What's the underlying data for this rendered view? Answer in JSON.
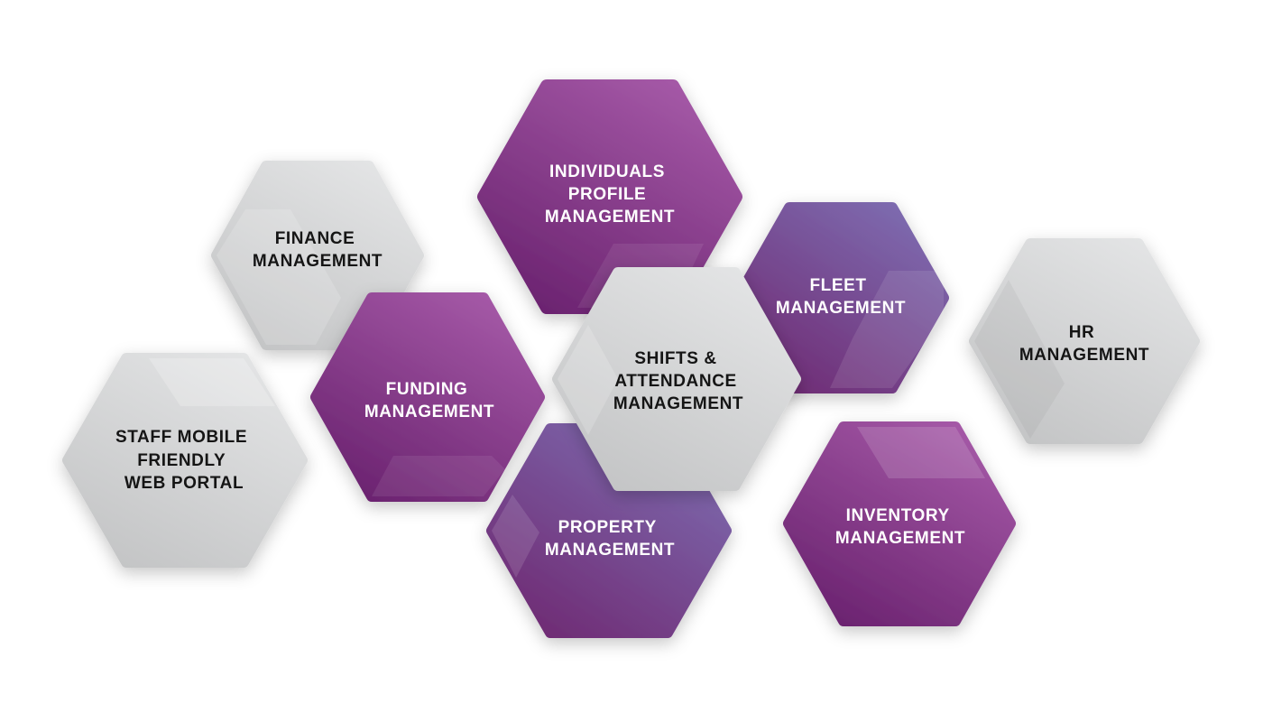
{
  "colors": {
    "purple_light": "#a55aa8",
    "purple_dark": "#6e2670",
    "violet": "#7a68ad",
    "grey_light": "#e4e5e6",
    "grey_dark": "#c3c4c5",
    "text_dark": "#151515",
    "text_light": "#ffffff"
  },
  "tiles": [
    {
      "id": "individuals-profile",
      "variant": "purple",
      "lines": [
        "INDIVIDUALS",
        "PROFILE",
        "MANAGEMENT"
      ]
    },
    {
      "id": "finance",
      "variant": "grey",
      "lines": [
        "FINANCE",
        "MANAGEMENT"
      ]
    },
    {
      "id": "fleet",
      "variant": "violet",
      "lines": [
        "FLEET",
        "MANAGEMENT"
      ]
    },
    {
      "id": "hr",
      "variant": "grey",
      "lines": [
        "HR",
        "MANAGEMENT"
      ]
    },
    {
      "id": "funding",
      "variant": "purple",
      "lines": [
        "FUNDING",
        "MANAGEMENT"
      ]
    },
    {
      "id": "staff-portal",
      "variant": "grey",
      "lines": [
        "STAFF MOBILE",
        "FRIENDLY",
        "WEB PORTAL"
      ]
    },
    {
      "id": "property",
      "variant": "violet",
      "lines": [
        "PROPERTY",
        "MANAGEMENT"
      ]
    },
    {
      "id": "inventory",
      "variant": "purple",
      "lines": [
        "INVENTORY",
        "MANAGEMENT"
      ]
    },
    {
      "id": "shifts-attendance",
      "variant": "grey",
      "lines": [
        "SHIFTS &",
        "ATTENDANCE",
        "MANAGEMENT"
      ]
    }
  ]
}
